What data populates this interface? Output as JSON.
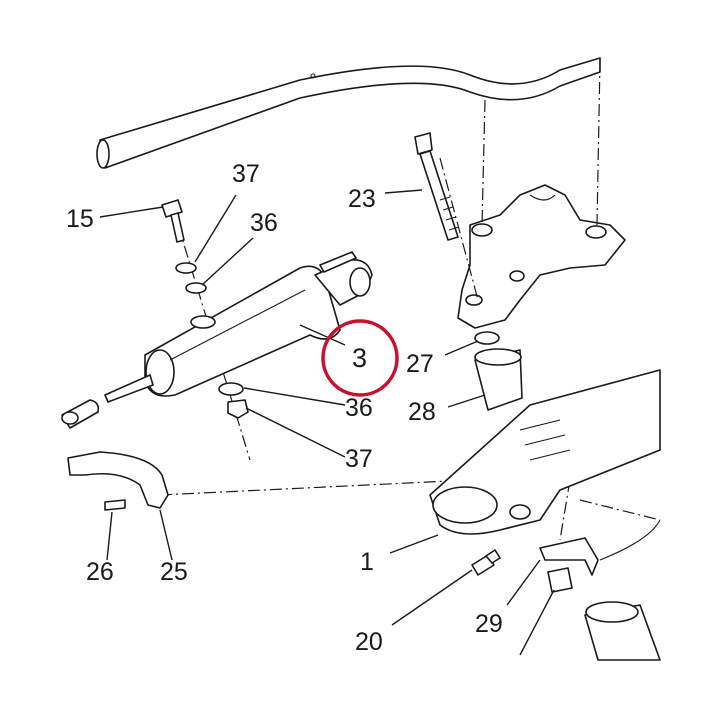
{
  "callouts": [
    {
      "id": "c37a",
      "text": "37"
    },
    {
      "id": "c15",
      "text": "15"
    },
    {
      "id": "c36a",
      "text": "36"
    },
    {
      "id": "c23",
      "text": "23"
    },
    {
      "id": "c3",
      "text": "3"
    },
    {
      "id": "c27",
      "text": "27"
    },
    {
      "id": "c36b",
      "text": "36"
    },
    {
      "id": "c28",
      "text": "28"
    },
    {
      "id": "c37b",
      "text": "37"
    },
    {
      "id": "c1",
      "text": "1"
    },
    {
      "id": "c26",
      "text": "26"
    },
    {
      "id": "c25",
      "text": "25"
    },
    {
      "id": "c29",
      "text": "29"
    },
    {
      "id": "c20",
      "text": "20"
    }
  ],
  "highlight": {
    "part": "3",
    "color": "#c8102e"
  }
}
